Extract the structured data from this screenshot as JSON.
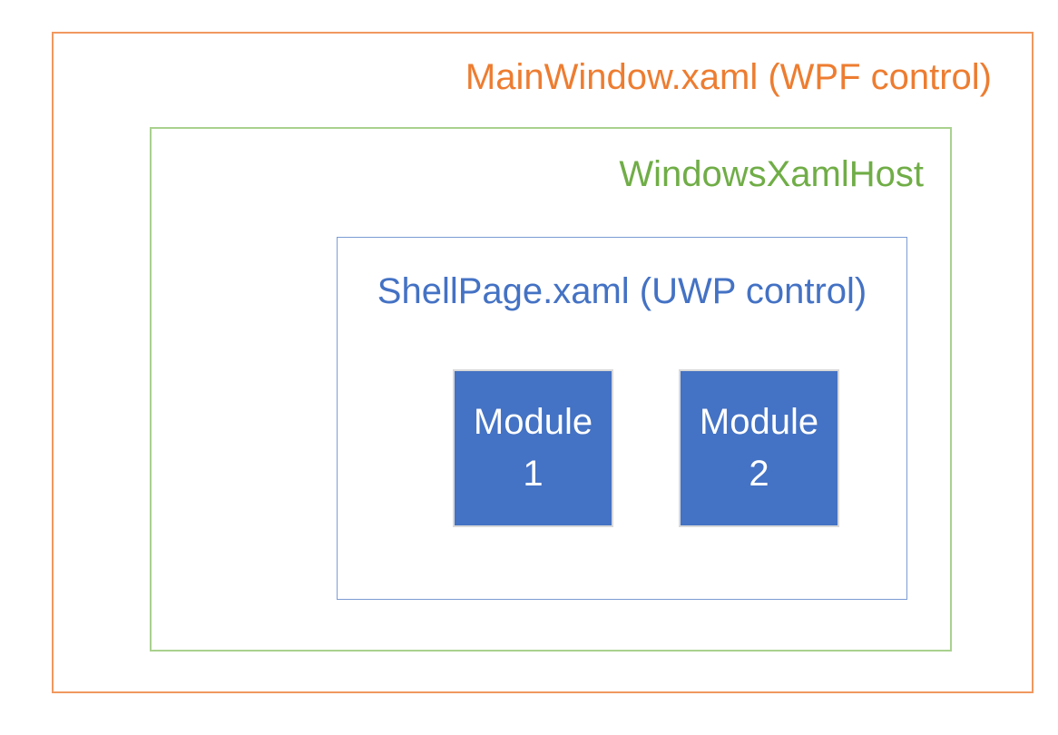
{
  "diagram": {
    "title_context": "XAML Islands nested control hosting diagram",
    "outer": {
      "label": "MainWindow.xaml (WPF control)",
      "text_color": "#ED7D31",
      "border_color": "#F0985F"
    },
    "host": {
      "label": "WindowsXamlHost",
      "text_color": "#70AD47",
      "border_color": "#A9D18E"
    },
    "shell": {
      "label": "ShellPage.xaml (UWP control)",
      "text_color": "#4472C4",
      "border_color": "#7C9CD3"
    },
    "modules": [
      {
        "line1": "Module",
        "line2": "1",
        "fill_color": "#4472C4",
        "border_color": "#D9D9D9",
        "text_color": "#FFFFFF"
      },
      {
        "line1": "Module",
        "line2": "2",
        "fill_color": "#4472C4",
        "border_color": "#D9D9D9",
        "text_color": "#FFFFFF"
      }
    ],
    "background_color": "#FFFFFF"
  }
}
